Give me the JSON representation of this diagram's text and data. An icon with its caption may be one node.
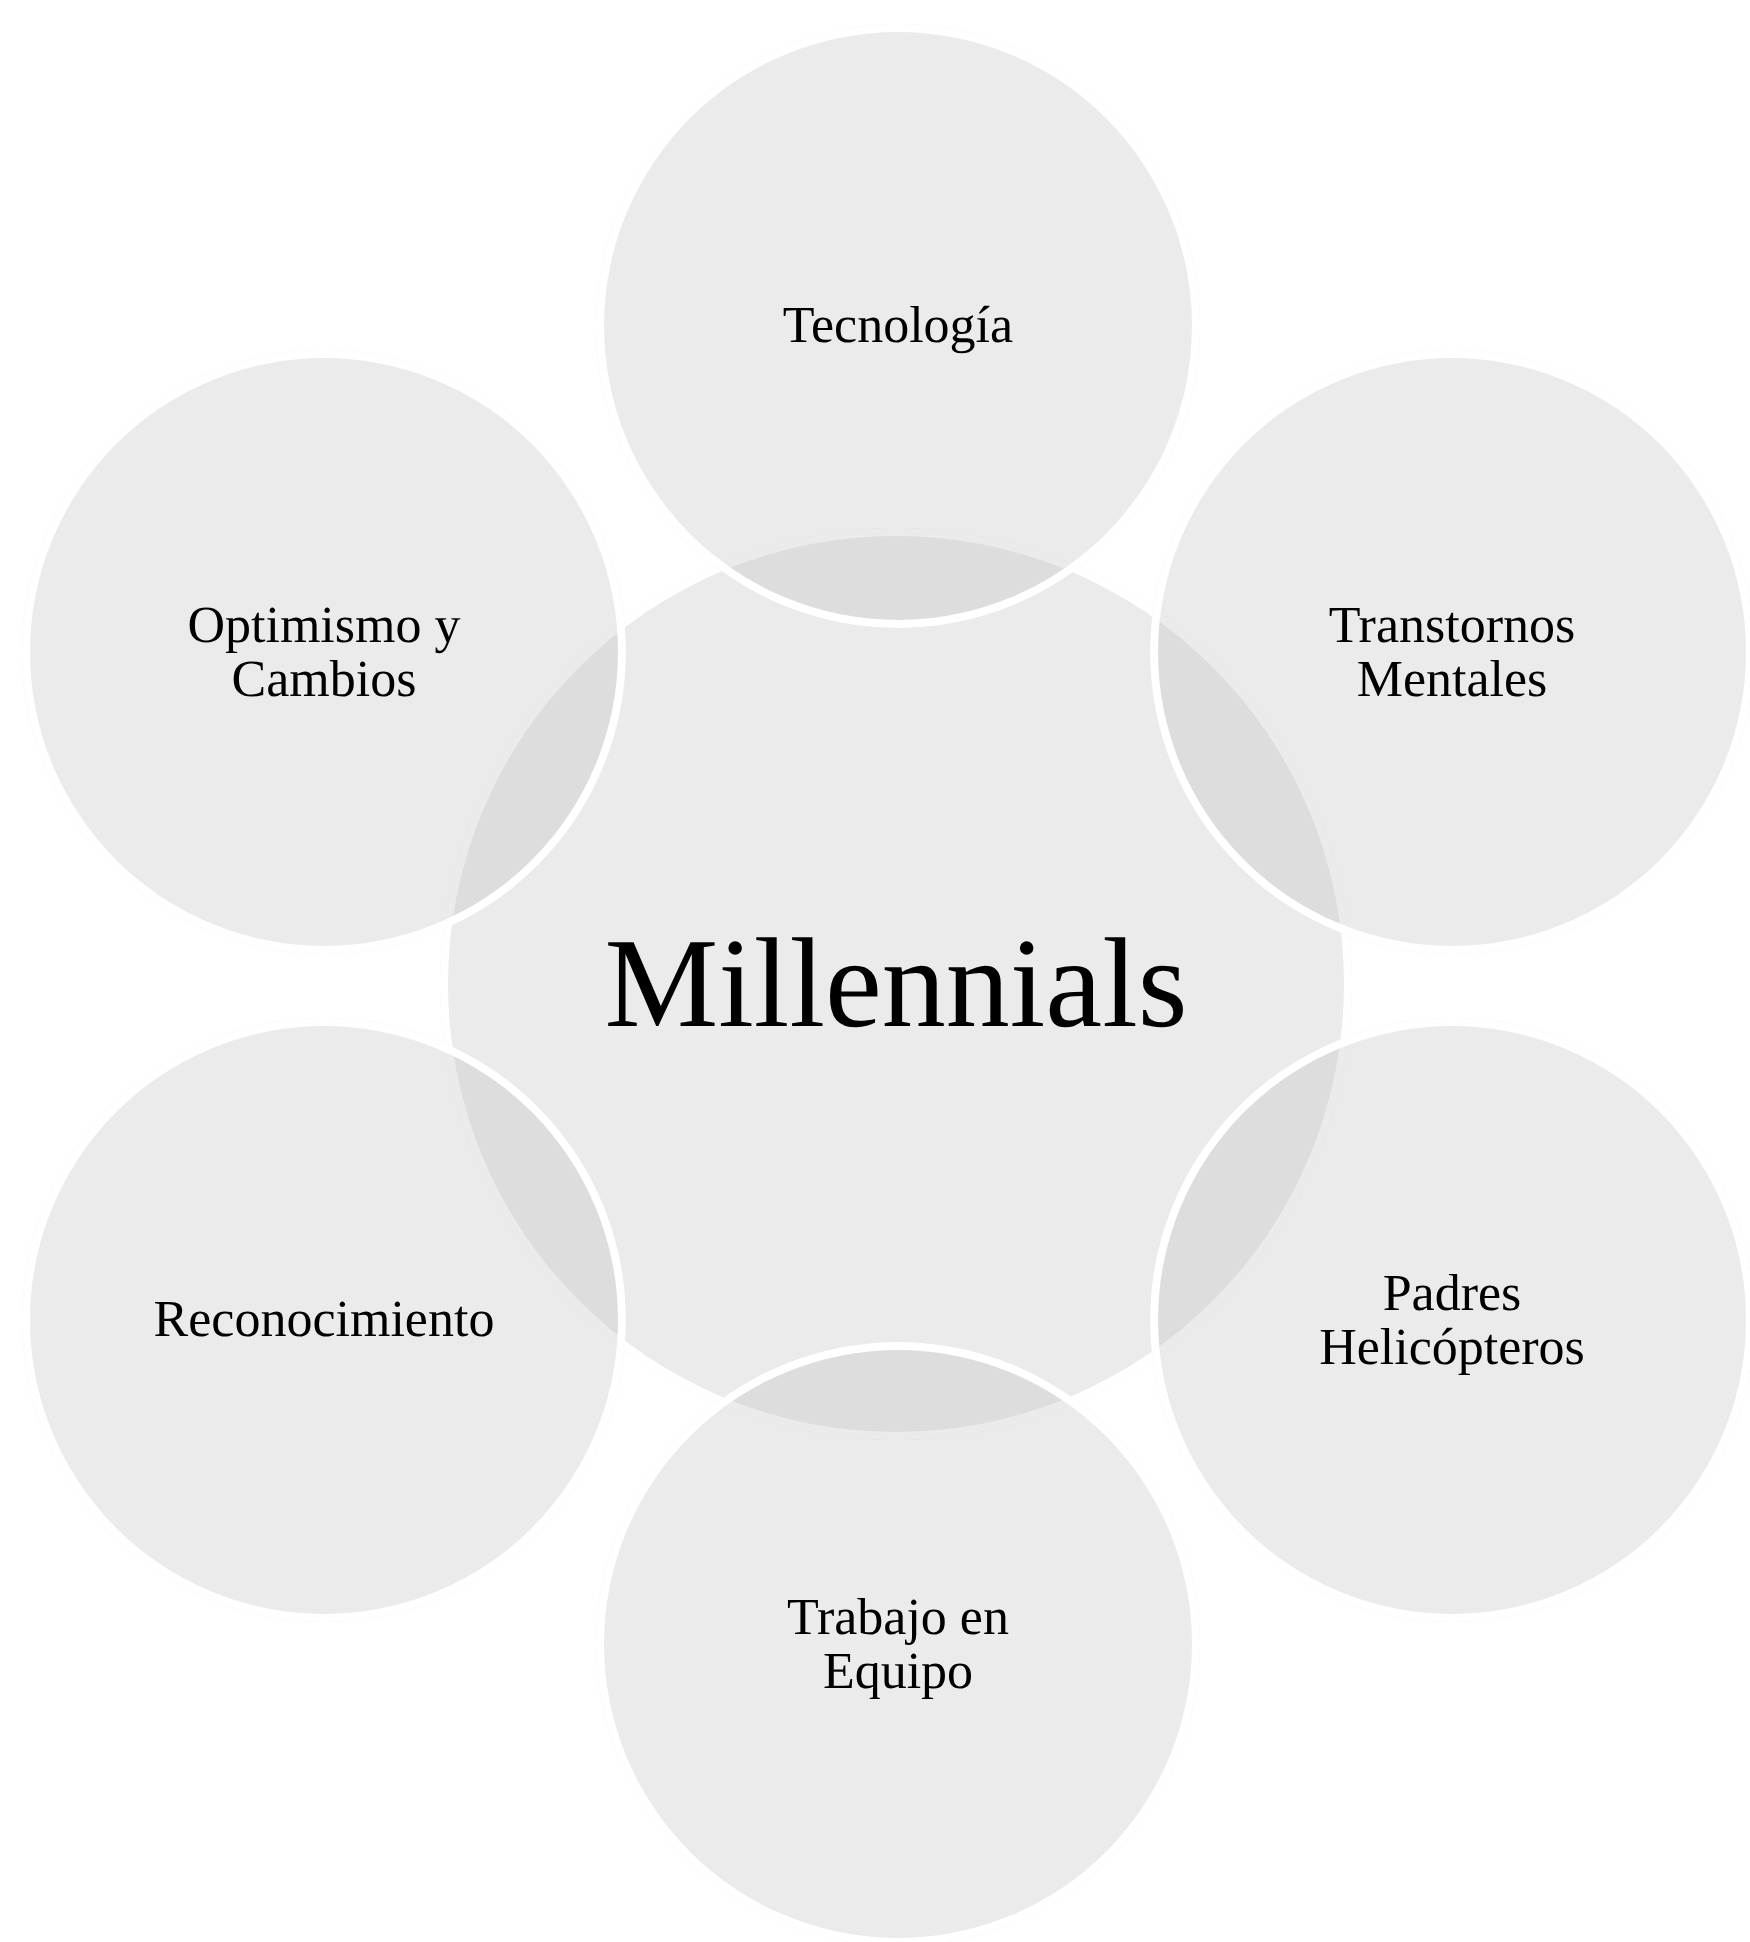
{
  "diagram": {
    "nodes": [
      {
        "text": [
          "Millennials"
        ]
      },
      {
        "text": [
          "Tecnología"
        ]
      },
      {
        "text": [
          "Transtornos Mentales"
        ]
      },
      {
        "text": [
          "Padres Helicópteros"
        ]
      },
      {
        "text": [
          "Trabajo en Equipo"
        ]
      },
      {
        "text": [
          "Reconocimiento"
        ]
      },
      {
        "text": [
          "Optimismo y Cambios"
        ]
      }
    ]
  }
}
